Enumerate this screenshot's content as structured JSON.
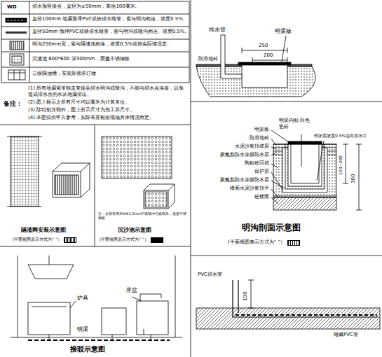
{
  "diagram": {
    "labels": [
      "WD",
      "备注：",
      "(1).所有地漏需单独走管接至排水明沟或暗沟，不能与排水点连接，以免造成排水点的水从地漏排出。",
      "(2).图上标示之所有尺寸均以毫米为计算单位。",
      "(3).除特别注明外，图上所示尺寸为完工后尺寸。",
      "(4).本图仅供甲方参考，实际布置根据现场具体情况而定。",
      "隔渣网安装示意图",
      "(平面视图表示方式为“ ”）",
      "沉沙池示意图",
      "(平面视图表示方式为“ ”）",
      "注：全部采用304#1.5mm不锈钢冲孔板制作，面盖不锈钢板",
      "炉具",
      "星盆",
      "明渠",
      "接驳示意图",
      "排水管",
      "明渠板",
      "防滑地砖",
      "250",
      "200",
      "明渠内贴 白色瓷砖",
      "明渠底坡度0.5%流向排水口",
      "明渠板",
      "防滑地砖",
      "水泥沙浆找坡层",
      "聚氨脂防水涂膜防水层",
      "陶粒砼回填",
      "保护层",
      "聚氨脂防水涂膜防水层",
      "楼面水泥沙浆找平",
      "砼楼面",
      "150~200",
      "300",
      "明沟剖面示意图",
      "(平面视图表示方式为“ ”）",
      "PVC排水管",
      "100",
      "暗藏PVC管"
    ],
    "legend": [
      {
        "text": "排水预留接点，直径为≥50mm，离地100毫米."
      },
      {
        "text": "直径100mm 地漏预埋PVC或铁排水暗管，需与明沟相连，坡度0.5%."
      },
      {
        "text": "直径50mm 预埋PVC或铁排水暗管，需与明沟或暗沟相连。坡度0.5%."
      },
      {
        "text": "明沟250mm宽，需与隔渣池相连，坡度0.5%或按实际情况定。"
      },
      {
        "text": "沉渣池 600*600 深300mm，面盖不锈钢板"
      },
      {
        "text": "三级隔油槽，安装际需求订做"
      }
    ]
  }
}
